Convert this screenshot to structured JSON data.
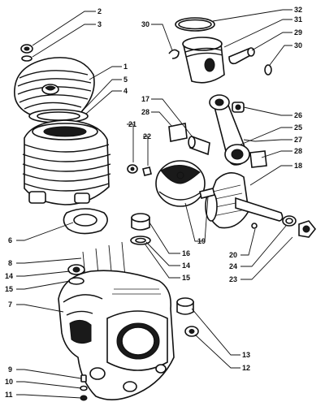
{
  "diagram": {
    "parts": [
      {
        "id": "p1",
        "label": "1"
      },
      {
        "id": "p2",
        "label": "2"
      },
      {
        "id": "p3",
        "label": "3"
      },
      {
        "id": "p4",
        "label": "4"
      },
      {
        "id": "p5",
        "label": "5"
      },
      {
        "id": "p6",
        "label": "6"
      },
      {
        "id": "p7",
        "label": "7"
      },
      {
        "id": "p8",
        "label": "8"
      },
      {
        "id": "p9",
        "label": "9"
      },
      {
        "id": "p10",
        "label": "10"
      },
      {
        "id": "p11",
        "label": "11"
      },
      {
        "id": "p12",
        "label": "12"
      },
      {
        "id": "p13",
        "label": "13"
      },
      {
        "id": "p14a",
        "label": "14"
      },
      {
        "id": "p14b",
        "label": "14"
      },
      {
        "id": "p15a",
        "label": "15"
      },
      {
        "id": "p15b",
        "label": "15"
      },
      {
        "id": "p16",
        "label": "16"
      },
      {
        "id": "p17",
        "label": "17"
      },
      {
        "id": "p18",
        "label": "18"
      },
      {
        "id": "p19",
        "label": "19"
      },
      {
        "id": "p20",
        "label": "20"
      },
      {
        "id": "p21",
        "label": "21"
      },
      {
        "id": "p22",
        "label": "22"
      },
      {
        "id": "p23",
        "label": "23"
      },
      {
        "id": "p24",
        "label": "24"
      },
      {
        "id": "p25",
        "label": "25"
      },
      {
        "id": "p26",
        "label": "26"
      },
      {
        "id": "p27",
        "label": "27"
      },
      {
        "id": "p28a",
        "label": "28"
      },
      {
        "id": "p28b",
        "label": "28"
      },
      {
        "id": "p29",
        "label": "29"
      },
      {
        "id": "p30a",
        "label": "30"
      },
      {
        "id": "p30b",
        "label": "30"
      },
      {
        "id": "p31",
        "label": "31"
      },
      {
        "id": "p32",
        "label": "32"
      }
    ]
  }
}
